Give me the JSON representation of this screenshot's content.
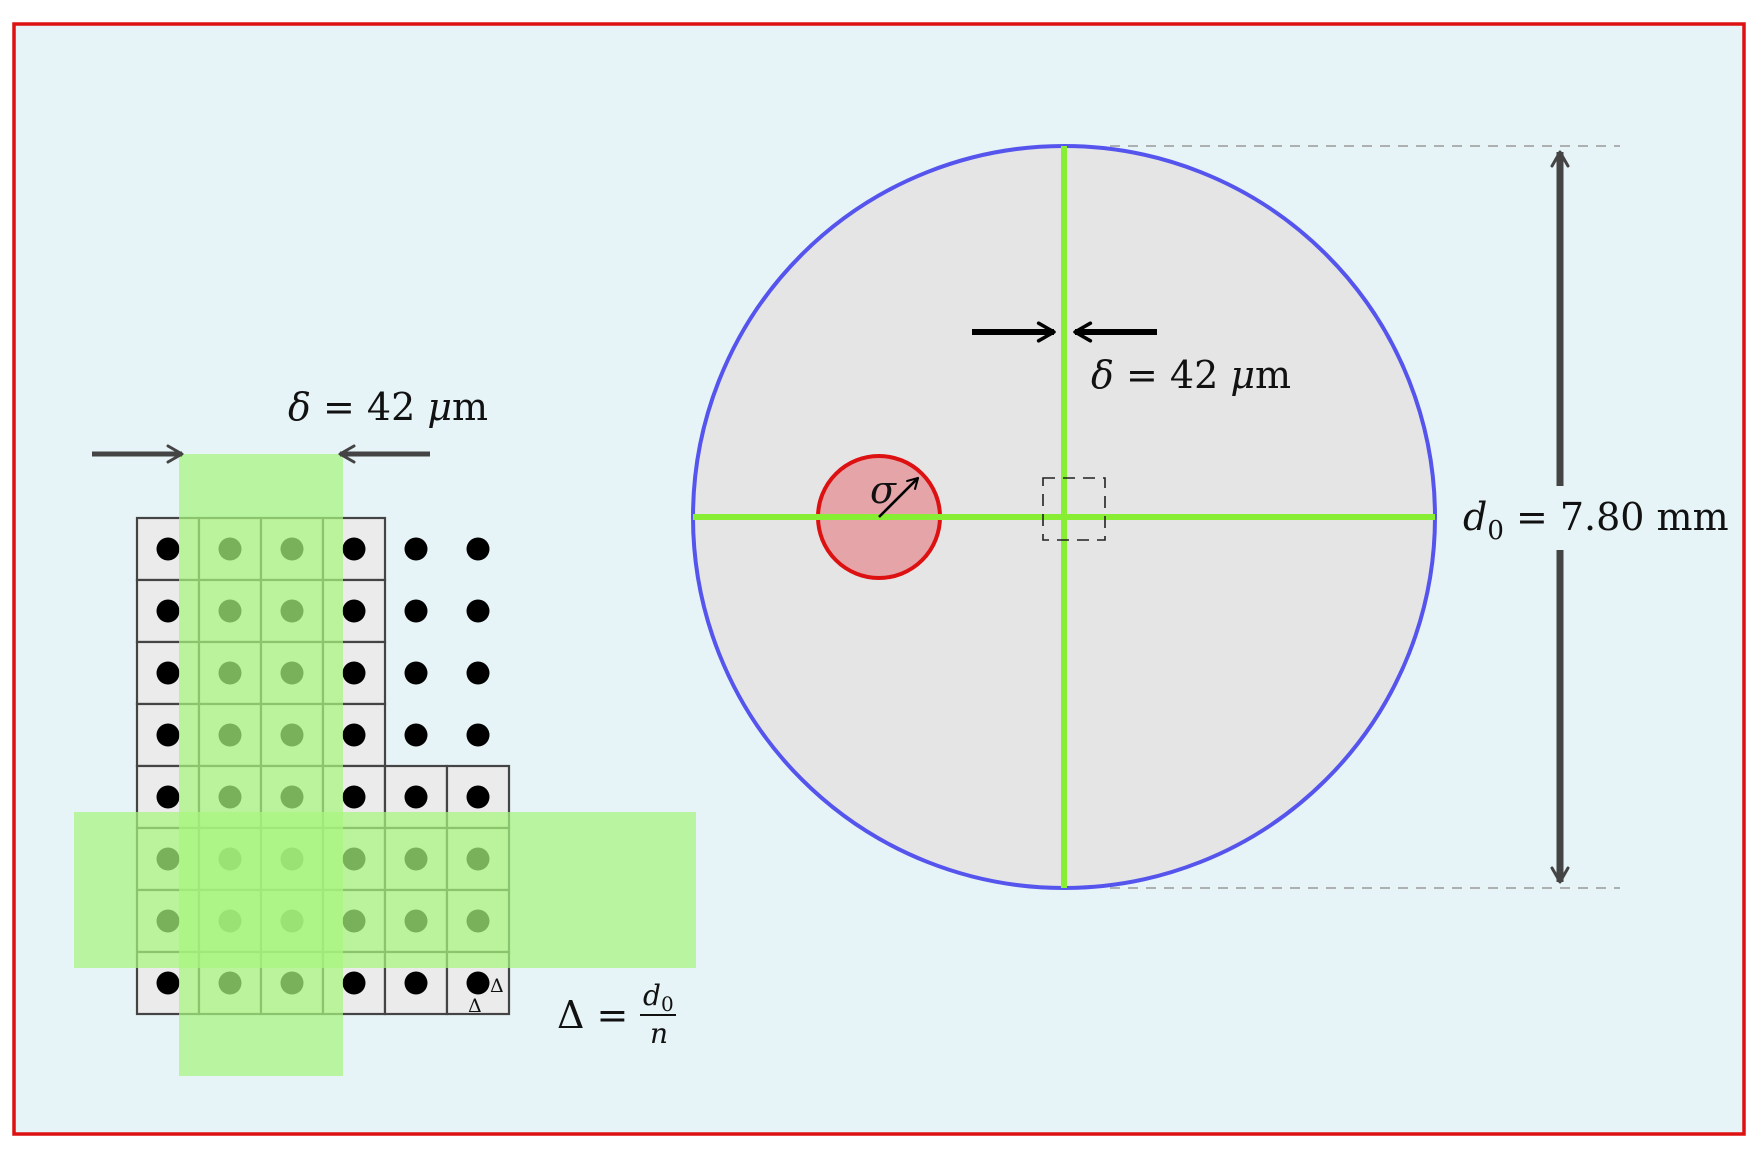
{
  "colors": {
    "panel_fill": "#e6f3f7",
    "panel_border": "#dd1111",
    "beam_fill": "#a8f57e",
    "beam_line": "#88ee33",
    "disk_fill": "#e5e5e5",
    "disk_stroke": "#5555ee",
    "spot_fill": "#e4a4a8",
    "spot_stroke": "#dd1111",
    "cell_fill": "#ebebeb",
    "cell_stroke": "#444444",
    "dot": "#000000",
    "dim_arrow": "#444444",
    "leader": "#999999"
  },
  "grid": {
    "dots_per_row": [
      6,
      6,
      6,
      6,
      6,
      6,
      6,
      6
    ],
    "boxed_per_row": [
      4,
      4,
      4,
      4,
      6,
      6,
      6,
      6
    ],
    "highlight_columns": [
      1,
      2
    ],
    "highlight_rows": [
      5,
      6
    ]
  },
  "labels": {
    "delta_left": {
      "sym": "δ",
      "eq": " = 42 ",
      "unit_sym": "μ",
      "unit": "m"
    },
    "delta_right": {
      "sym": "δ",
      "eq": " = 42 ",
      "unit_sym": "μ",
      "unit": "m"
    },
    "cell_delta_top": "Δ",
    "cell_delta_left": "Δ",
    "big_delta": {
      "sym": "Δ",
      "eq": " = ",
      "num": "d",
      "num_sub": "0",
      "den": "n"
    },
    "sigma": "σ",
    "diameter": {
      "sym": "d",
      "sub": "0",
      "eq": " = 7.80 mm"
    }
  }
}
